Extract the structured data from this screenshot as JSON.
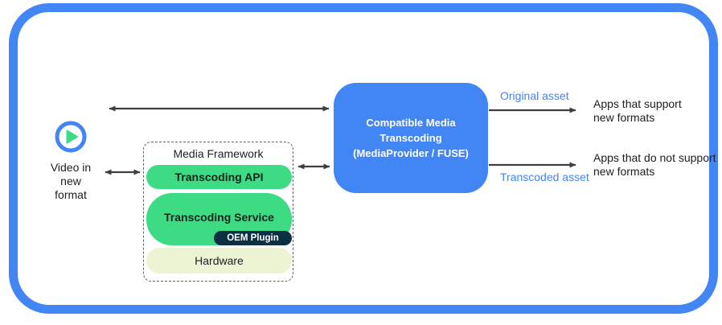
{
  "colors": {
    "frame_blue": "#4285f4",
    "android_green": "#3ddc84",
    "oem_navy": "#0c3042",
    "hardware_pale": "#edf4d3",
    "arrow_gray": "#3c4043",
    "asset_label_blue": "#4285f4"
  },
  "video_source": {
    "icon": "play-icon",
    "label": "Video in new format"
  },
  "media_framework": {
    "title": "Media Framework",
    "layers": [
      {
        "label": "Transcoding API"
      },
      {
        "label": "Transcoding Service"
      },
      {
        "label": "OEM Plugin"
      },
      {
        "label": "Hardware"
      }
    ]
  },
  "transcoding_box": {
    "title": "Compatible Media Transcoding",
    "subtitle": "(MediaProvider / FUSE)"
  },
  "outputs": {
    "original": {
      "asset_label": "Original asset",
      "target": "Apps that support new formats"
    },
    "transcoded": {
      "asset_label": "Transcoded asset",
      "target": "Apps that do not support new formats"
    }
  }
}
